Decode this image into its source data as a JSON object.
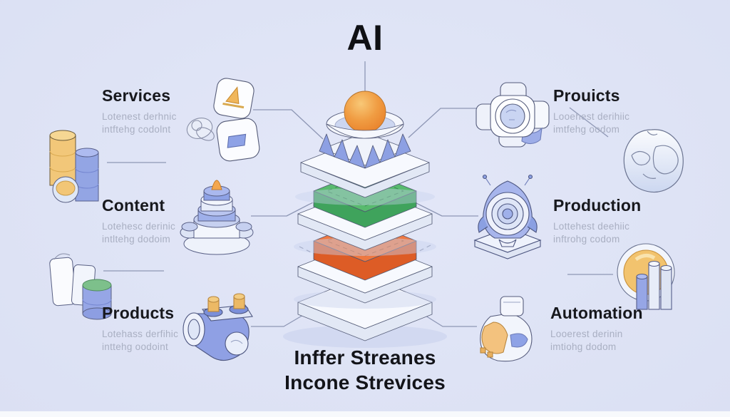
{
  "title": "AI",
  "left_items": [
    {
      "label": "Services",
      "line1": "Lotenest derhnic",
      "line2": "intftehg codolnt",
      "icon": "dice-knot-icon"
    },
    {
      "label": "Content",
      "line1": "Lotehesc derinic",
      "line2": "intltehg dodoim",
      "icon": "tiered-stack-icon"
    },
    {
      "label": "Products",
      "line1": "Lotehass derfihic",
      "line2": "inttehg oodoint",
      "icon": "machine-icon"
    }
  ],
  "right_items": [
    {
      "label": "Prouicts",
      "line1": "Looehest derihiic",
      "line2": "imtfehg oodom",
      "icon": "camera-icon"
    },
    {
      "label": "Production",
      "line1": "Lottehest deehiic",
      "line2": "inftrohg codom",
      "icon": "rocket-icon"
    },
    {
      "label": "Automation",
      "line1": "Looerest derinin",
      "line2": "imtiohg dodom",
      "icon": "robot-hand-icon"
    }
  ],
  "side_icons": [
    "coin-stacks-icon",
    "box-database-icon",
    "globe-icon",
    "coin-chart-icon"
  ],
  "stack": {
    "layers": [
      "orange-sphere",
      "crown-layer",
      "green-slab",
      "orange-slab",
      "base-slab"
    ]
  },
  "footer": {
    "line1": "Inffer Streanes",
    "line2": "Incone Strevices"
  },
  "colors": {
    "background": "#dee3f5",
    "green_top": "#58ba6e",
    "green_side": "#3fa35c",
    "orange_top": "#ee7841",
    "orange_side": "#dd5c26",
    "crown_blue": "#8da0e3",
    "sphere_orange": "#ee8d33",
    "gold": "#f2c779",
    "periwinkle": "#96a6e6",
    "white_top": "#f7f9fe",
    "white_side": "#e2e8f5",
    "line": "#8e97b5",
    "label_text": "#17181d",
    "sub_text": "#a9afc2"
  }
}
